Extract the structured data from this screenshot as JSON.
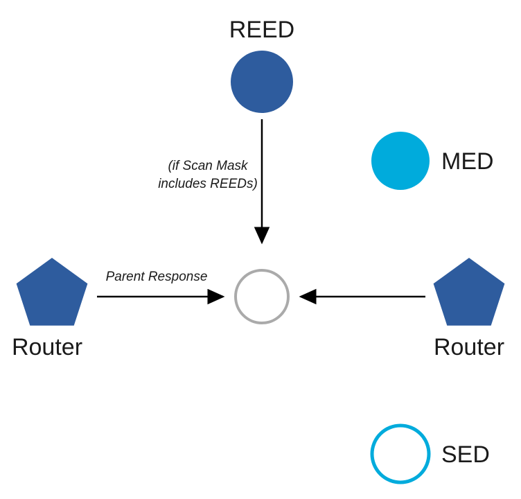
{
  "nodes": {
    "reed": {
      "label": "REED"
    },
    "med": {
      "label": "MED"
    },
    "sed": {
      "label": "SED"
    },
    "router_left": {
      "label": "Router"
    },
    "router_right": {
      "label": "Router"
    }
  },
  "annotations": {
    "scan_mask_line1": "(if Scan Mask",
    "scan_mask_line2": "includes REEDs)",
    "parent_response": "Parent Response"
  },
  "colors": {
    "dark_blue": "#2E5C9E",
    "cyan": "#00ABDC",
    "gray_stroke": "#AAAAAA",
    "white": "#FFFFFF",
    "arrow": "#000000"
  }
}
